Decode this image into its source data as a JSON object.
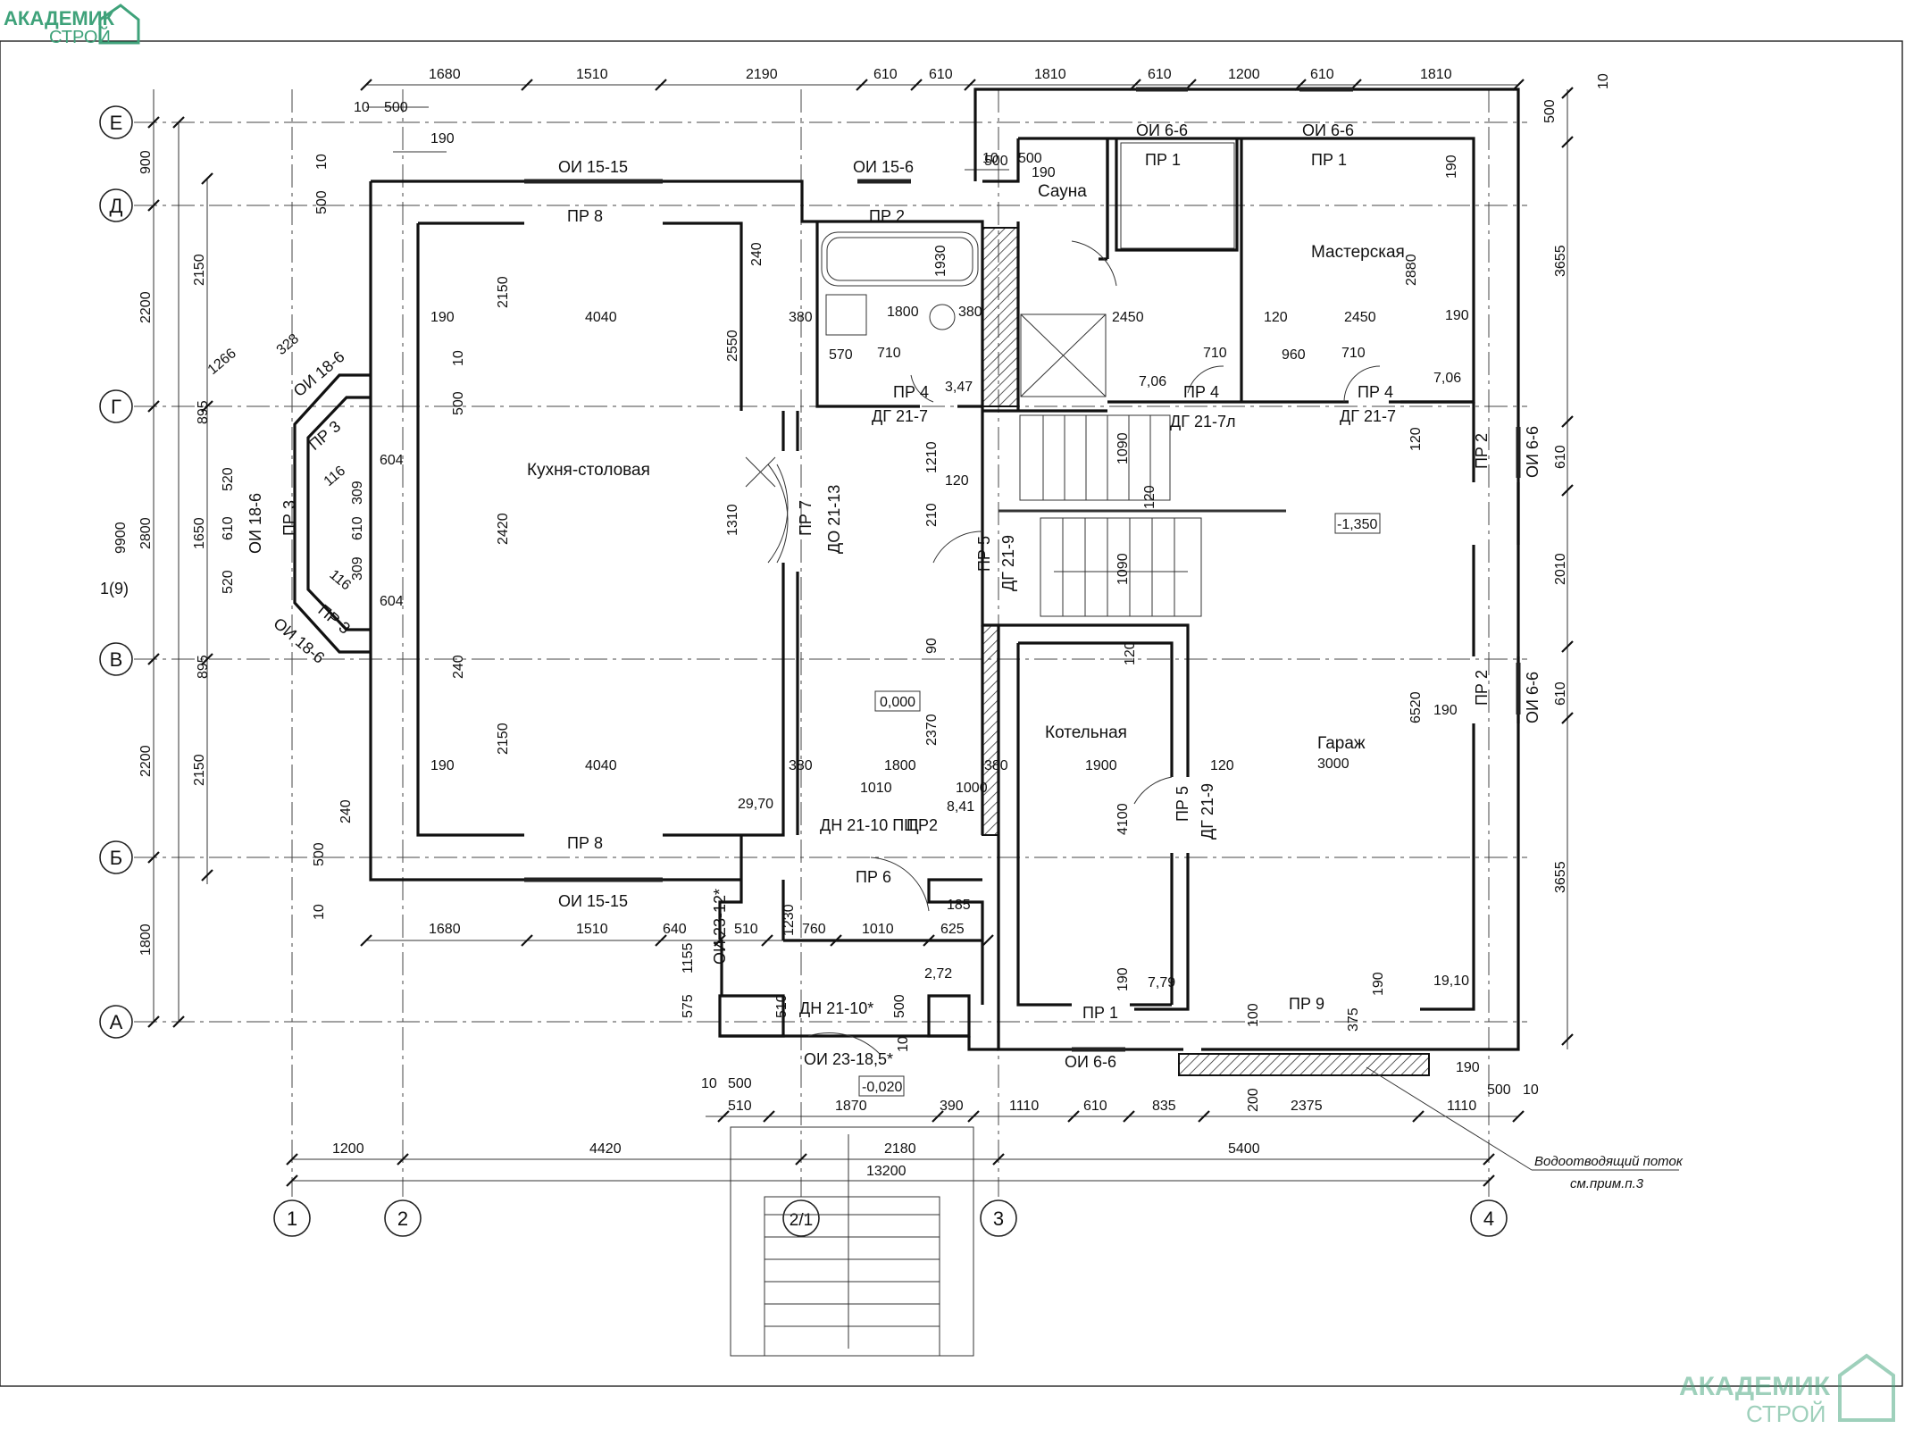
{
  "watermark": {
    "line1": "АКАДЕМИК",
    "line2": "СТРОЙ"
  },
  "axes_letters": [
    "Е",
    "Д",
    "Г",
    "В",
    "Б",
    "А"
  ],
  "axes_numbers": [
    "1",
    "2",
    "2/1",
    "3",
    "4"
  ],
  "rooms": {
    "kitchen": "Кухня-столовая",
    "sauna": "Сауна",
    "workshop": "Мастерская",
    "boiler": "Котельная",
    "garage": "Гараж",
    "garage_width": "3000"
  },
  "levels": {
    "main": "0,000",
    "garage": "-1,350",
    "porch": "-0,020"
  },
  "areas": [
    "29,70",
    "8,41",
    "2,72",
    "7,79",
    "19,10",
    "7,06",
    "7,06",
    "3,47"
  ],
  "openings": {
    "oi1515_top": "ОИ 15-15",
    "oi156": "ОИ 15-6",
    "pr8_top": "ПР 8",
    "pr2_top": "ПР 2",
    "oi66_a": "ОИ 6-6",
    "oi66_b": "ОИ 6-6",
    "pr1_a": "ПР 1",
    "pr1_b": "ПР 1",
    "pr4_a": "ПР 4",
    "dg217_a": "ДГ 21-7",
    "pr4_b": "ПР 4",
    "dg217l": "ДГ 21-7л",
    "pr4_c": "ПР 4",
    "dg217_c": "ДГ 21-7",
    "pr7": "ПР 7",
    "do2113": "ДО 21-13",
    "pr5_a": "ПР 5",
    "dg219_a": "ДГ 21-9",
    "pr5_b": "ПР 5",
    "dg219_b": "ДГ 21-9",
    "pr2_r1": "ПР 2",
    "oi66_r1": "ОИ 6-6",
    "pr2_r2": "ПР 2",
    "oi66_r2": "ОИ 6-6",
    "dn2110": "ДН 21-10 ПЩ",
    "pr2_b": "ПР2",
    "pr6": "ПР 6",
    "pr8_bot": "ПР 8",
    "oi1515_bot": "ОИ 15-15",
    "oi2312": "ОИ 23-12*",
    "dn2110s": "ДН 21-10*",
    "oi23185": "ОИ 23-18,5*",
    "pr1_bot": "ПР 1",
    "oi66_bot": "ОИ 6-6",
    "pr9": "ПР 9",
    "oi186_a": "ОИ 18-6",
    "oi186_b": "ОИ 18-6",
    "oi186_c": "ОИ 18-6",
    "pr3_a": "ПР 3",
    "pr3_b": "ПР 3",
    "pr3_c": "ПР 3"
  },
  "dims_top": [
    "1680",
    "1510",
    "2190",
    "610",
    "610",
    "1810",
    "610",
    "1200",
    "610",
    "1810"
  ],
  "dims_bottom_chain1": [
    "1680",
    "1510",
    "640",
    "510",
    "760",
    "1010",
    "625"
  ],
  "dims_bottom_chain2": [
    "510",
    "1870",
    "390",
    "1110",
    "610",
    "835",
    "2375",
    "1110"
  ],
  "dims_bottom_chain3": [
    "1200",
    "4420",
    "2180",
    "5400"
  ],
  "dims_total_x": "13200",
  "dims_left_outer": [
    "900",
    "2200",
    "2800",
    "2200",
    "1800"
  ],
  "dims_left_total": "9900",
  "dims_left_inner": [
    "2150",
    "1650",
    "2150"
  ],
  "dims_right": [
    "500",
    "3655",
    "610",
    "2010",
    "610",
    "3655"
  ],
  "dims_inner": {
    "k_w1": "4040",
    "k_w2": "4040",
    "k_h1": "2150",
    "k_h2": "2420",
    "k_h3": "2150",
    "k_190a": "190",
    "k_190b": "190",
    "k_190c": "190",
    "k_380a": "380",
    "k_380b": "380",
    "k_2550": "2550",
    "k_1310": "1310",
    "k_240a": "240",
    "k_240b": "240",
    "bath_1800": "1800",
    "bath_1930": "1930",
    "bath_380": "380",
    "bath_570": "570",
    "bath_710": "710",
    "sauna_2450": "2450",
    "sauna_190": "190",
    "sauna_710": "710",
    "sauna_500": "500",
    "w_2450": "2450",
    "w_120": "120",
    "w_190": "190",
    "w_960": "960",
    "w_710": "710",
    "w_2880": "2880",
    "w_190b": "190",
    "hall_1210": "1210",
    "hall_120": "120",
    "hall_210": "210",
    "st_1090a": "1090",
    "st_120": "120",
    "st_1090b": "1090",
    "g_120a": "120",
    "g_6520": "6520",
    "g_190": "190",
    "g_120b": "120",
    "b_120": "120",
    "b_1900": "1900",
    "b_4100": "4100",
    "b_190": "190",
    "h_90": "90",
    "h_2370": "2370",
    "h_1800": "1800",
    "h_1010": "1010",
    "h_1000": "1000",
    "h_380": "380",
    "h_1230": "1230",
    "p_185": "185",
    "p_1155": "1155",
    "p_575": "575",
    "p_510": "510",
    "p_500": "500",
    "p_10": "10",
    "p_500b": "500",
    "p_10b": "10",
    "g_200": "200",
    "g_100": "100",
    "g_375": "375",
    "g_190b": "190",
    "g_190c": "190",
    "g_500": "500",
    "g_10": "10",
    "t_10a": "10",
    "t_500a": "500",
    "t_190": "190",
    "t_10b": "10",
    "t_500b": "500",
    "t_190b": "190",
    "t_10r": "10",
    "l_500": "500",
    "l_10": "10",
    "l_500b": "500",
    "l_10b": "10",
    "l_240": "240",
    "l_500c": "500",
    "l_10c": "10",
    "bay_604a": "604",
    "bay_604b": "604",
    "bay_309a": "309",
    "bay_309b": "309",
    "bay_610": "610",
    "bay_520a": "520",
    "bay_520b": "520",
    "bay_610b": "610",
    "bay_895a": "895",
    "bay_895b": "895",
    "bay_1266": "1266",
    "bay_328": "328",
    "bay_116a": "116",
    "bay_116b": "116"
  },
  "section_mark": "1(9)",
  "callout": {
    "line1": "Водоотводящий поток",
    "line2": "см.прим.п.3"
  }
}
